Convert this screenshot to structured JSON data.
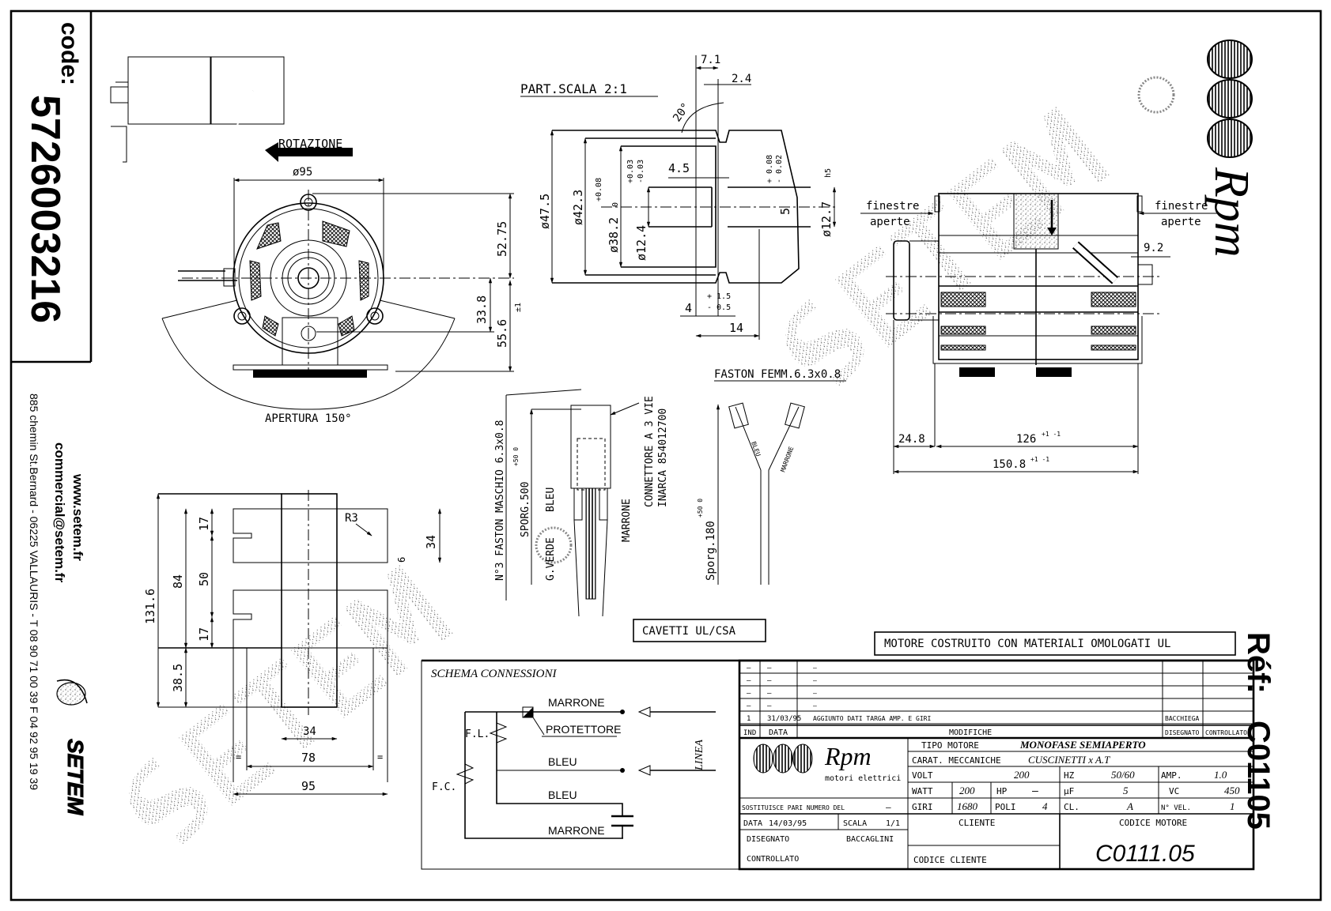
{
  "side_panel": {
    "code_label": "code:",
    "code_value": "5726003216",
    "website": "www.setem.fr",
    "email": "commercial@setem.fr",
    "address": "885 chemin St.Bernard  -  06225 VALLAURIS  -  T 08 90 71 00 39   F 04 92 95 19 39",
    "brand": "SETEM"
  },
  "right_panel": {
    "brand": "Rpm",
    "ref_label": "Réf:",
    "ref_value": "C01105"
  },
  "watermark": {
    "text": "SETEM",
    "mark": "®"
  },
  "front_view": {
    "rotation_label": "ROTAZIONE",
    "diameter": "ø95",
    "dim_52_75": "52.75",
    "dim_55_6": "55.6",
    "dim_55_6_tol": "±1",
    "dim_33_8": "33.8",
    "opening": "APERTURA 150°"
  },
  "detail_view": {
    "title": "PART.SCALA 2:1",
    "dim_7_1": "7.1",
    "dim_2_4": "2.4",
    "angle": "20°",
    "dim_47_5": "ø47.5",
    "dim_42_3": "ø42.3",
    "dim_38_2": "ø38.2",
    "tol_38_2_upper": "+0.08",
    "tol_38_2_lower": "0",
    "dim_12_4": "ø12.4",
    "tol_12_4_upper": "+0.03",
    "tol_12_4_lower": "-0.03",
    "dim_4_5": "4.5",
    "dim_5": "5",
    "tol_5_upper": "+ 0.08",
    "tol_5_lower": "- 0.02",
    "dim_12_7": "ø12.7",
    "fit_12_7": "h5",
    "dim_4": "4",
    "tol_4_upper": "+ 1.5",
    "tol_4_lower": "- 0.5",
    "dim_14": "14"
  },
  "side_view": {
    "windows_left_1": "finestre",
    "windows_left_2": "aperte",
    "windows_right_1": "finestre",
    "windows_right_2": "aperte",
    "dim_9_2": "9.2",
    "dim_24_8": "24.8",
    "dim_126": "126",
    "dim_126_tol": "+1 -1",
    "dim_150_8": "150.8",
    "dim_150_8_tol": "+1 -1"
  },
  "connector_view": {
    "faston_male": "N°3 FASTON MASCHIO 6.3x0.8",
    "sporg_500": "SPORG.500",
    "sporg_500_tol": "+50 0",
    "bleu": "BLEU",
    "g_verde": "G.VERDE",
    "marrone": "MARRONE",
    "connector": "CONNETTORE A 3 VIE",
    "connector_code": "INARCA 854012700",
    "faston_female": "FASTON FEMM.6.3x0.8",
    "sporg_180": "Sporg.180",
    "sporg_180_tol": "+50 0",
    "wire_bleu": "BLEU",
    "wire_marrone": "MARRONE",
    "cables": "CAVETTI UL/CSA"
  },
  "bracket_view": {
    "dim_131_6": "131.6",
    "dim_84": "84",
    "dim_17a": "17",
    "dim_50": "50",
    "dim_17b": "17",
    "dim_38_5": "38.5",
    "radius": "R3",
    "dim_34_side": "34",
    "dim_6": "6",
    "dim_34_bottom": "34",
    "dim_78": "78",
    "dim_95": "95",
    "equal": "="
  },
  "ul_note": "MOTORE COSTRUITO CON MATERIALI OMOLOGATI UL",
  "schema": {
    "title": "SCHEMA CONNESSIONI",
    "marrone_top": "MARRONE",
    "protettore": "PROTETTORE",
    "bleu_1": "BLEU",
    "bleu_2": "BLEU",
    "marrone_bottom": "MARRONE",
    "fl": "F.L.",
    "fc": "F.C.",
    "linea": "LINEA"
  },
  "title_block": {
    "revisions": [
      {
        "ind": "–",
        "data": "–",
        "mod": "–",
        "dis": "",
        "ctrl": ""
      },
      {
        "ind": "–",
        "data": "–",
        "mod": "–",
        "dis": "",
        "ctrl": ""
      },
      {
        "ind": "–",
        "data": "–",
        "mod": "–",
        "dis": "",
        "ctrl": ""
      },
      {
        "ind": "–",
        "data": "–",
        "mod": "–",
        "dis": "",
        "ctrl": ""
      },
      {
        "ind": "1",
        "data": "31/03/95",
        "mod": "AGGIUNTO DATI TARGA AMP. E GIRI",
        "dis": "BACCHIEGA",
        "ctrl": ""
      }
    ],
    "header": {
      "ind": "IND",
      "data": "DATA",
      "mod": "MODIFICHE",
      "dis": "DISEGNATO",
      "ctrl": "CONTROLLATO"
    },
    "logo_text": "Rpm",
    "logo_sub": "motori elettrici",
    "tipo_label": "TIPO MOTORE",
    "tipo_value": "MONOFASE SEMIAPERTO",
    "carat_label": "CARAT. MECCANICHE",
    "carat_value": "CUSCINETTI x A.T",
    "volt_label": "VOLT",
    "volt_value": "200",
    "hz_label": "HZ",
    "hz_value": "50/60",
    "amp_label": "AMP.",
    "amp_value": "1.0",
    "watt_label": "WATT",
    "watt_value": "200",
    "hp_label": "HP",
    "hp_value": "—",
    "uf_label": "µF",
    "uf_value": "5",
    "vc_label": "VC",
    "vc_value": "450",
    "giri_label": "GIRI",
    "giri_value": "1680",
    "poli_label": "POLI",
    "poli_value": "4",
    "cl_label": "CL.",
    "cl_value": "A",
    "vel_label": "N° VEL.",
    "vel_value": "1",
    "sostituisce_label": "SOSTITUISCE PARI NUMERO DEL",
    "sostituisce_value": "—",
    "data_label": "DATA",
    "data_value": "14/03/95",
    "scala_label": "SCALA",
    "scala_value": "1/1",
    "disegnato_label": "DISEGNATO",
    "disegnato_value": "BACCAGLINI",
    "controllato_label": "CONTROLLATO",
    "cliente_label": "CLIENTE",
    "codice_cliente_label": "CODICE CLIENTE",
    "codice_motore_label": "CODICE MOTORE",
    "codice_motore_value": "C0111.05"
  }
}
